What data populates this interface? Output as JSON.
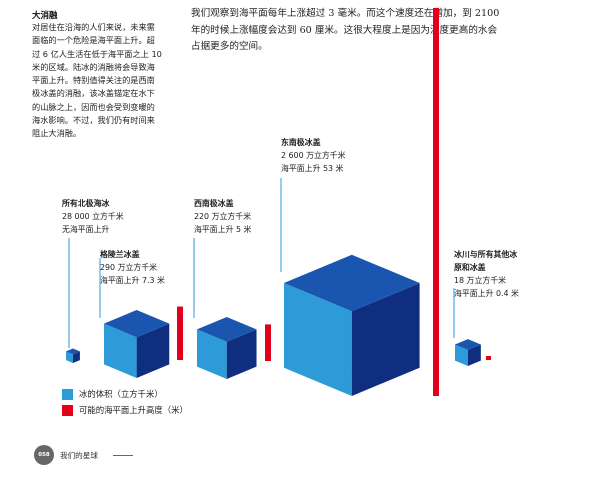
{
  "sidebar": {
    "title": "大消融",
    "lines": [
      "对居住在沿海的人们来说，未来需",
      "面临的一个危险是海平面上升。超",
      "过 6 亿人生活在低于海平面之上 10",
      "米的区域。陆冰的消融将会导致海",
      "平面上升。特别值得关注的是西南",
      "极冰盖的消融，该冰盖锚定在水下",
      "的山脉之上，因而也会受到变暖的",
      "海水影响。不过，我们仍有时间来",
      "阻止大消融。"
    ]
  },
  "main_text": {
    "lines": [
      "我们观察到海平面每年上涨超过 3 毫米。而这个速度还在增加，到 2100",
      "年的时候上涨幅度会达到 60 厘米。这很大程度上是因为温度更高的水会",
      "占据更多的空间。"
    ]
  },
  "ice_masses": [
    {
      "name": "所有北极海冰",
      "volume": "28 000 立方千米",
      "rise": "无海平面上升",
      "volume_km3": 28000,
      "rise_m": 0
    },
    {
      "name": "格陵兰冰盖",
      "volume": "290 万立方千米",
      "rise": "海平面上升 7.3 米",
      "volume_km3": 2900000,
      "rise_m": 7.3
    },
    {
      "name": "西南极冰盖",
      "volume": "220 万立方千米",
      "rise": "海平面上升 5 米",
      "volume_km3": 2200000,
      "rise_m": 5
    },
    {
      "name": "东南极冰盖",
      "volume": "2 600 万立方千米",
      "rise": "海平面上升 53 米",
      "volume_km3": 26000000,
      "rise_m": 53
    },
    {
      "name_lines": [
        "冰川与所有其他冰",
        "原和冰盖"
      ],
      "volume": "18 万立方千米",
      "rise": "海平面上升 0.4 米",
      "volume_km3": 180000,
      "rise_m": 0.4
    }
  ],
  "legend": {
    "volume": "冰的体积（立方千米）",
    "rise": "可能的海平面上升高度（米）"
  },
  "footer": {
    "page_number": "058",
    "section": "我们的星球"
  },
  "colors": {
    "cube_front": "#2c9bd8",
    "cube_right": "#0f2e80",
    "cube_top": "#1a56b0",
    "bar": "#e2001a",
    "leader": "#2c9bd8"
  }
}
